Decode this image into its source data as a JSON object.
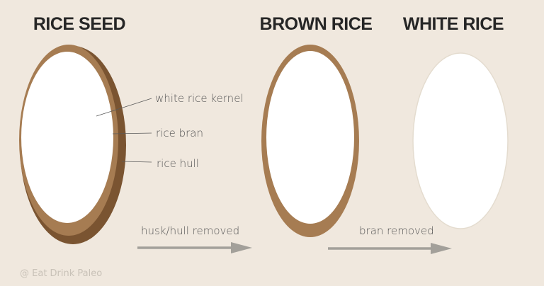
{
  "headings": {
    "rice_seed": "RICE SEED",
    "brown_rice": "BROWN RICE",
    "white_rice": "WHITE RICE"
  },
  "labels": {
    "kernel": "white rice kernel",
    "bran": "rice bran",
    "hull": "rice hull"
  },
  "steps": {
    "hull_removed": "husk/hull removed",
    "bran_removed": "bran removed"
  },
  "watermark": "@ Eat Drink Paleo",
  "colors": {
    "background": "#f0e8de",
    "hull": "#7a5431",
    "bran": "#a67c52",
    "kernel": "#ffffff",
    "arrow": "#a3a09a",
    "heading": "#262626"
  }
}
